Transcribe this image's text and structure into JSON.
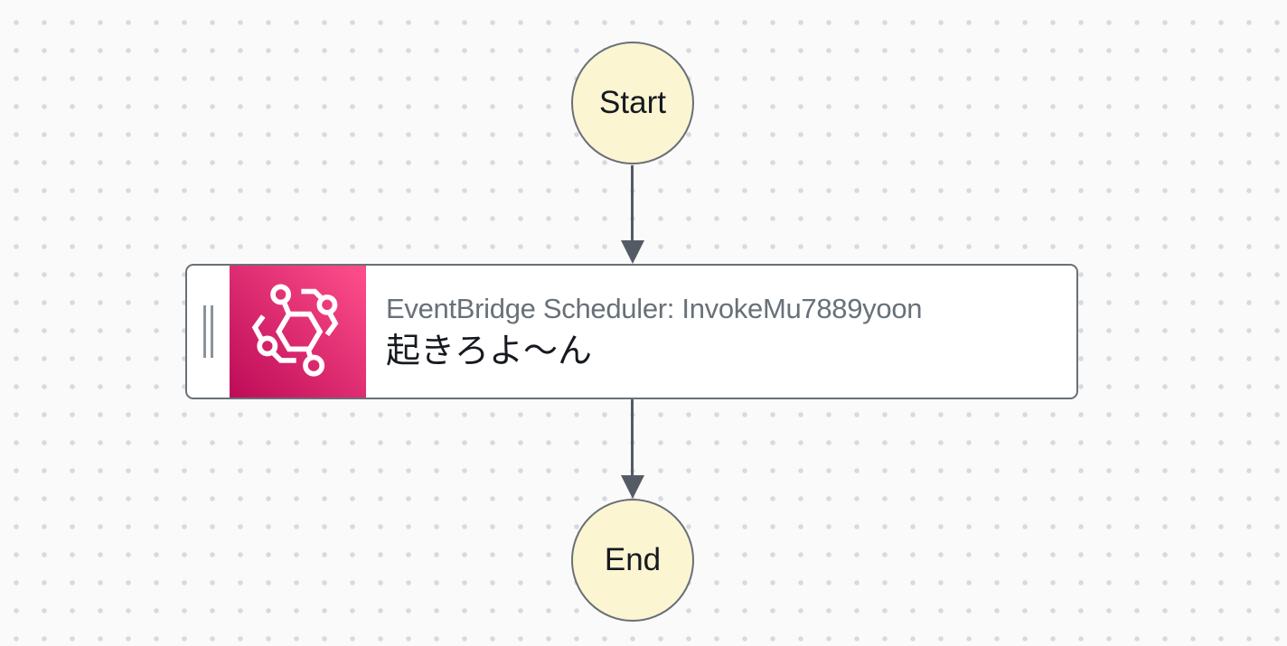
{
  "colors": {
    "canvas_bg": "#fafafb",
    "dot": "#d9d9e0",
    "node_border": "#697077",
    "edge": "#545b64",
    "terminal_fill": "#fbf5d2",
    "terminal_text": "#16191f",
    "card_bg": "#ffffff",
    "title_text": "#687078",
    "subtitle_text": "#16191f",
    "icon_grad_start": "#bd0b57",
    "icon_grad_end": "#ff4f8b",
    "handle_bar": "#8a939b"
  },
  "nodes": {
    "start": {
      "label": "Start"
    },
    "task": {
      "title": "EventBridge Scheduler: InvokeMu7889yoon",
      "subtitle": "起きろよ〜ん",
      "icon": "eventbridge-scheduler-icon"
    },
    "end": {
      "label": "End"
    }
  }
}
